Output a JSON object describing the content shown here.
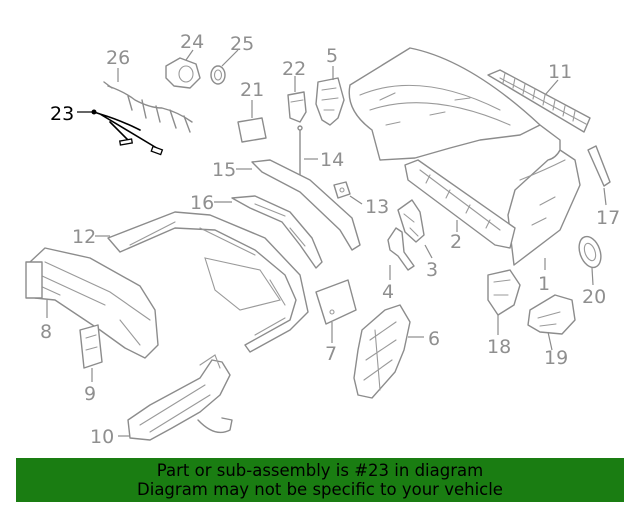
{
  "diagram": {
    "callouts": [
      "1",
      "2",
      "3",
      "4",
      "5",
      "6",
      "7",
      "8",
      "9",
      "10",
      "11",
      "12",
      "13",
      "14",
      "15",
      "16",
      "17",
      "18",
      "19",
      "20",
      "21",
      "22",
      "23",
      "24",
      "25",
      "26"
    ],
    "highlight_callout": "23",
    "colors": {
      "highlight": "#000000",
      "normal": "#8c8c8c",
      "banner": "#1a7d12"
    }
  },
  "banner": {
    "line1": "Part or sub-assembly is #23 in diagram",
    "line2": "Diagram may not be specific to your vehicle"
  }
}
